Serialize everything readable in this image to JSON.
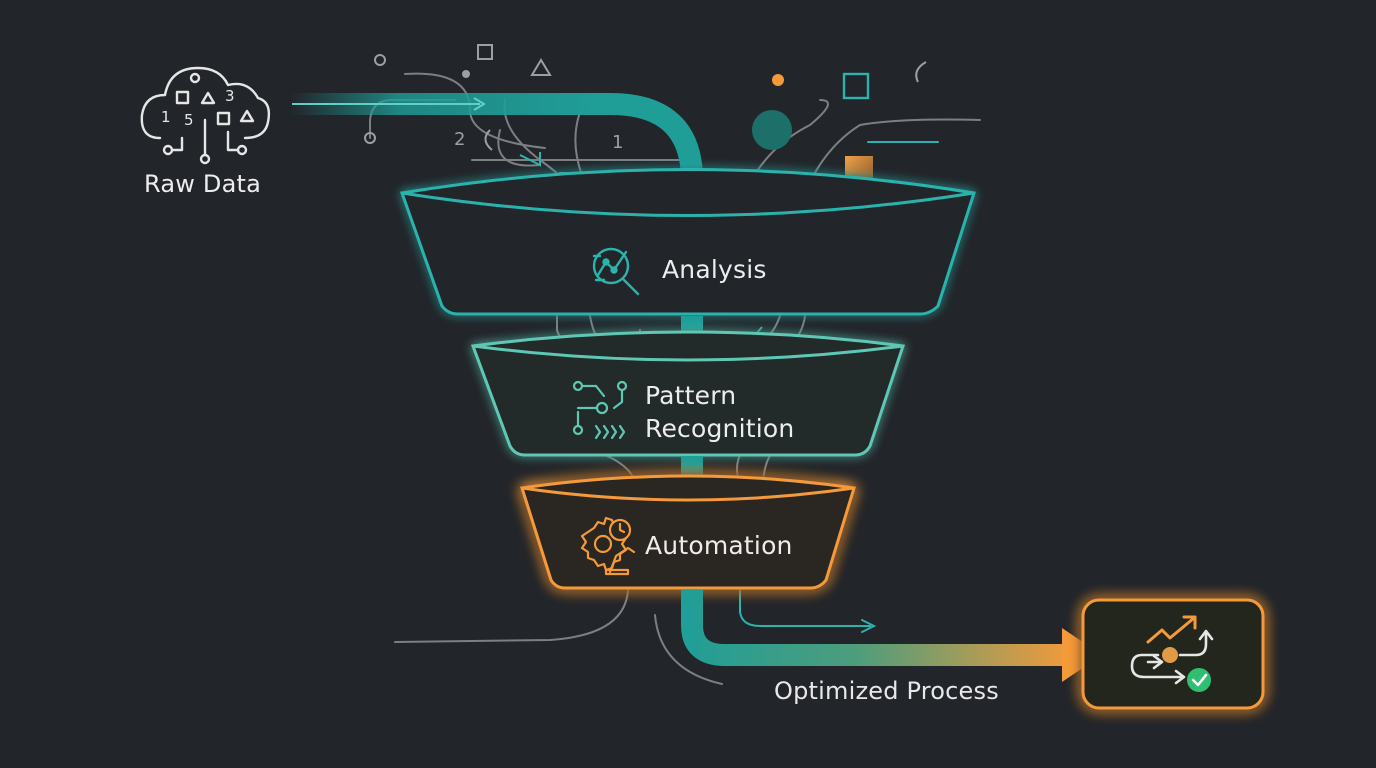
{
  "labels": {
    "raw_data": "Raw Data",
    "analysis": "Analysis",
    "pattern_line1": "Pattern",
    "pattern_line2": "Recognition",
    "automation": "Automation",
    "optimized_process": "Optimized Process"
  },
  "cloud_glyphs": [
    "1",
    "5",
    "3"
  ],
  "scatter_digits": [
    "2",
    "1"
  ],
  "colors": {
    "background": "#22252a",
    "teal": "#1f9e98",
    "teal_stroke": "#2bb3ad",
    "pattern_stroke": "#5ec8b4",
    "orange": "#f59a3a",
    "white_line": "#e6e6e6",
    "gray_line": "#7c7f84",
    "check_green": "#2fbf71"
  },
  "icons": {
    "raw_data": "cloud-data-icon",
    "analysis": "chart-magnifier-icon",
    "pattern": "pattern-nodes-icon",
    "automation": "gear-clock-robot-arm-icon",
    "optimized": "loop-growth-check-icon"
  }
}
